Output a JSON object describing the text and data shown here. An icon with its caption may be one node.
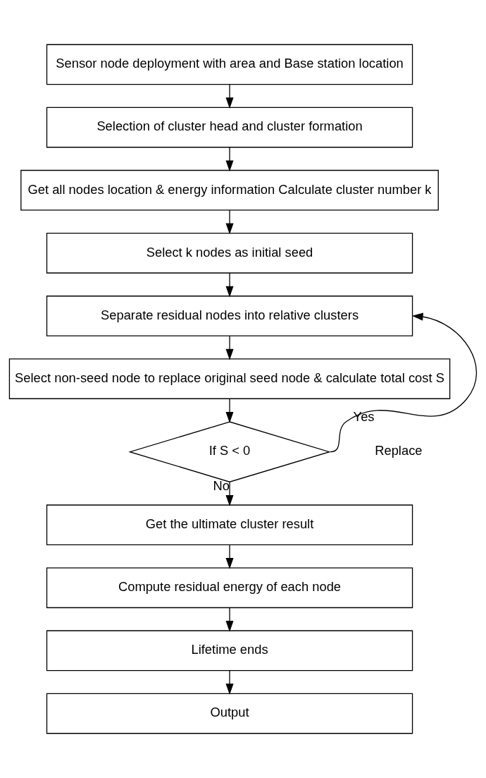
{
  "diagram": {
    "nodes": [
      {
        "text": [
          "Sensor node deployment with area and Base station location"
        ]
      },
      {
        "text": [
          "Selection of cluster head and cluster formation"
        ]
      },
      {
        "text": [
          "Get all nodes location & energy information Calculate cluster number k"
        ]
      },
      {
        "text": [
          "Select k nodes as initial seed"
        ]
      },
      {
        "text": [
          "Separate residual nodes into relative clusters"
        ]
      },
      {
        "text": [
          "Select non-seed node to replace original seed node & calculate total cost S"
        ]
      },
      {
        "text": [
          "If S < 0"
        ]
      },
      {
        "text": [
          "Get the ultimate cluster result"
        ]
      },
      {
        "text": [
          "Compute residual energy of each node"
        ]
      },
      {
        "text": [
          "Lifetime ends"
        ]
      },
      {
        "text": [
          "Output"
        ]
      }
    ],
    "edges": [
      {
        "from": 0,
        "to": 1,
        "arrow": "to"
      },
      {
        "from": 1,
        "to": 2,
        "arrow": "to"
      },
      {
        "from": 2,
        "to": 3,
        "arrow": "to"
      },
      {
        "from": 3,
        "to": 4,
        "arrow": "to"
      },
      {
        "from": 4,
        "to": 5,
        "arrow": "to"
      },
      {
        "from": 5,
        "to": 6,
        "arrow": "to"
      },
      {
        "from": 6,
        "to": 4,
        "arrow": "to",
        "label": "Yes"
      },
      {
        "from": 6,
        "to": 7,
        "arrow": "to",
        "label": "No"
      },
      {
        "from": 7,
        "to": 8,
        "arrow": "to"
      },
      {
        "from": 8,
        "to": 9,
        "arrow": "to"
      },
      {
        "from": 9,
        "to": 10,
        "arrow": "to"
      }
    ],
    "labels": [
      "Replace"
    ]
  }
}
